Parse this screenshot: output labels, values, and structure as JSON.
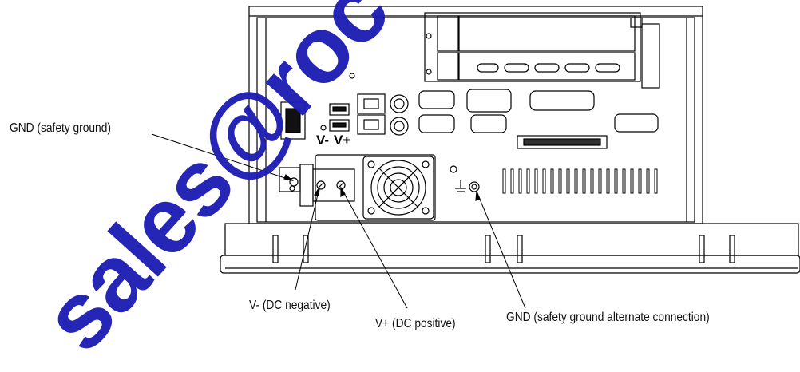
{
  "callouts": {
    "gnd_safety": "GND (safety ground)",
    "v_minus": "V- (DC negative)",
    "v_plus": "V+ (DC positive)",
    "gnd_alt": "GND (safety ground alternate connection)"
  },
  "panel_labels": {
    "v_minus": "V-",
    "v_plus": "V+"
  },
  "watermark": {
    "text": "sales@roc-e",
    "color": "#1e1eb4"
  }
}
